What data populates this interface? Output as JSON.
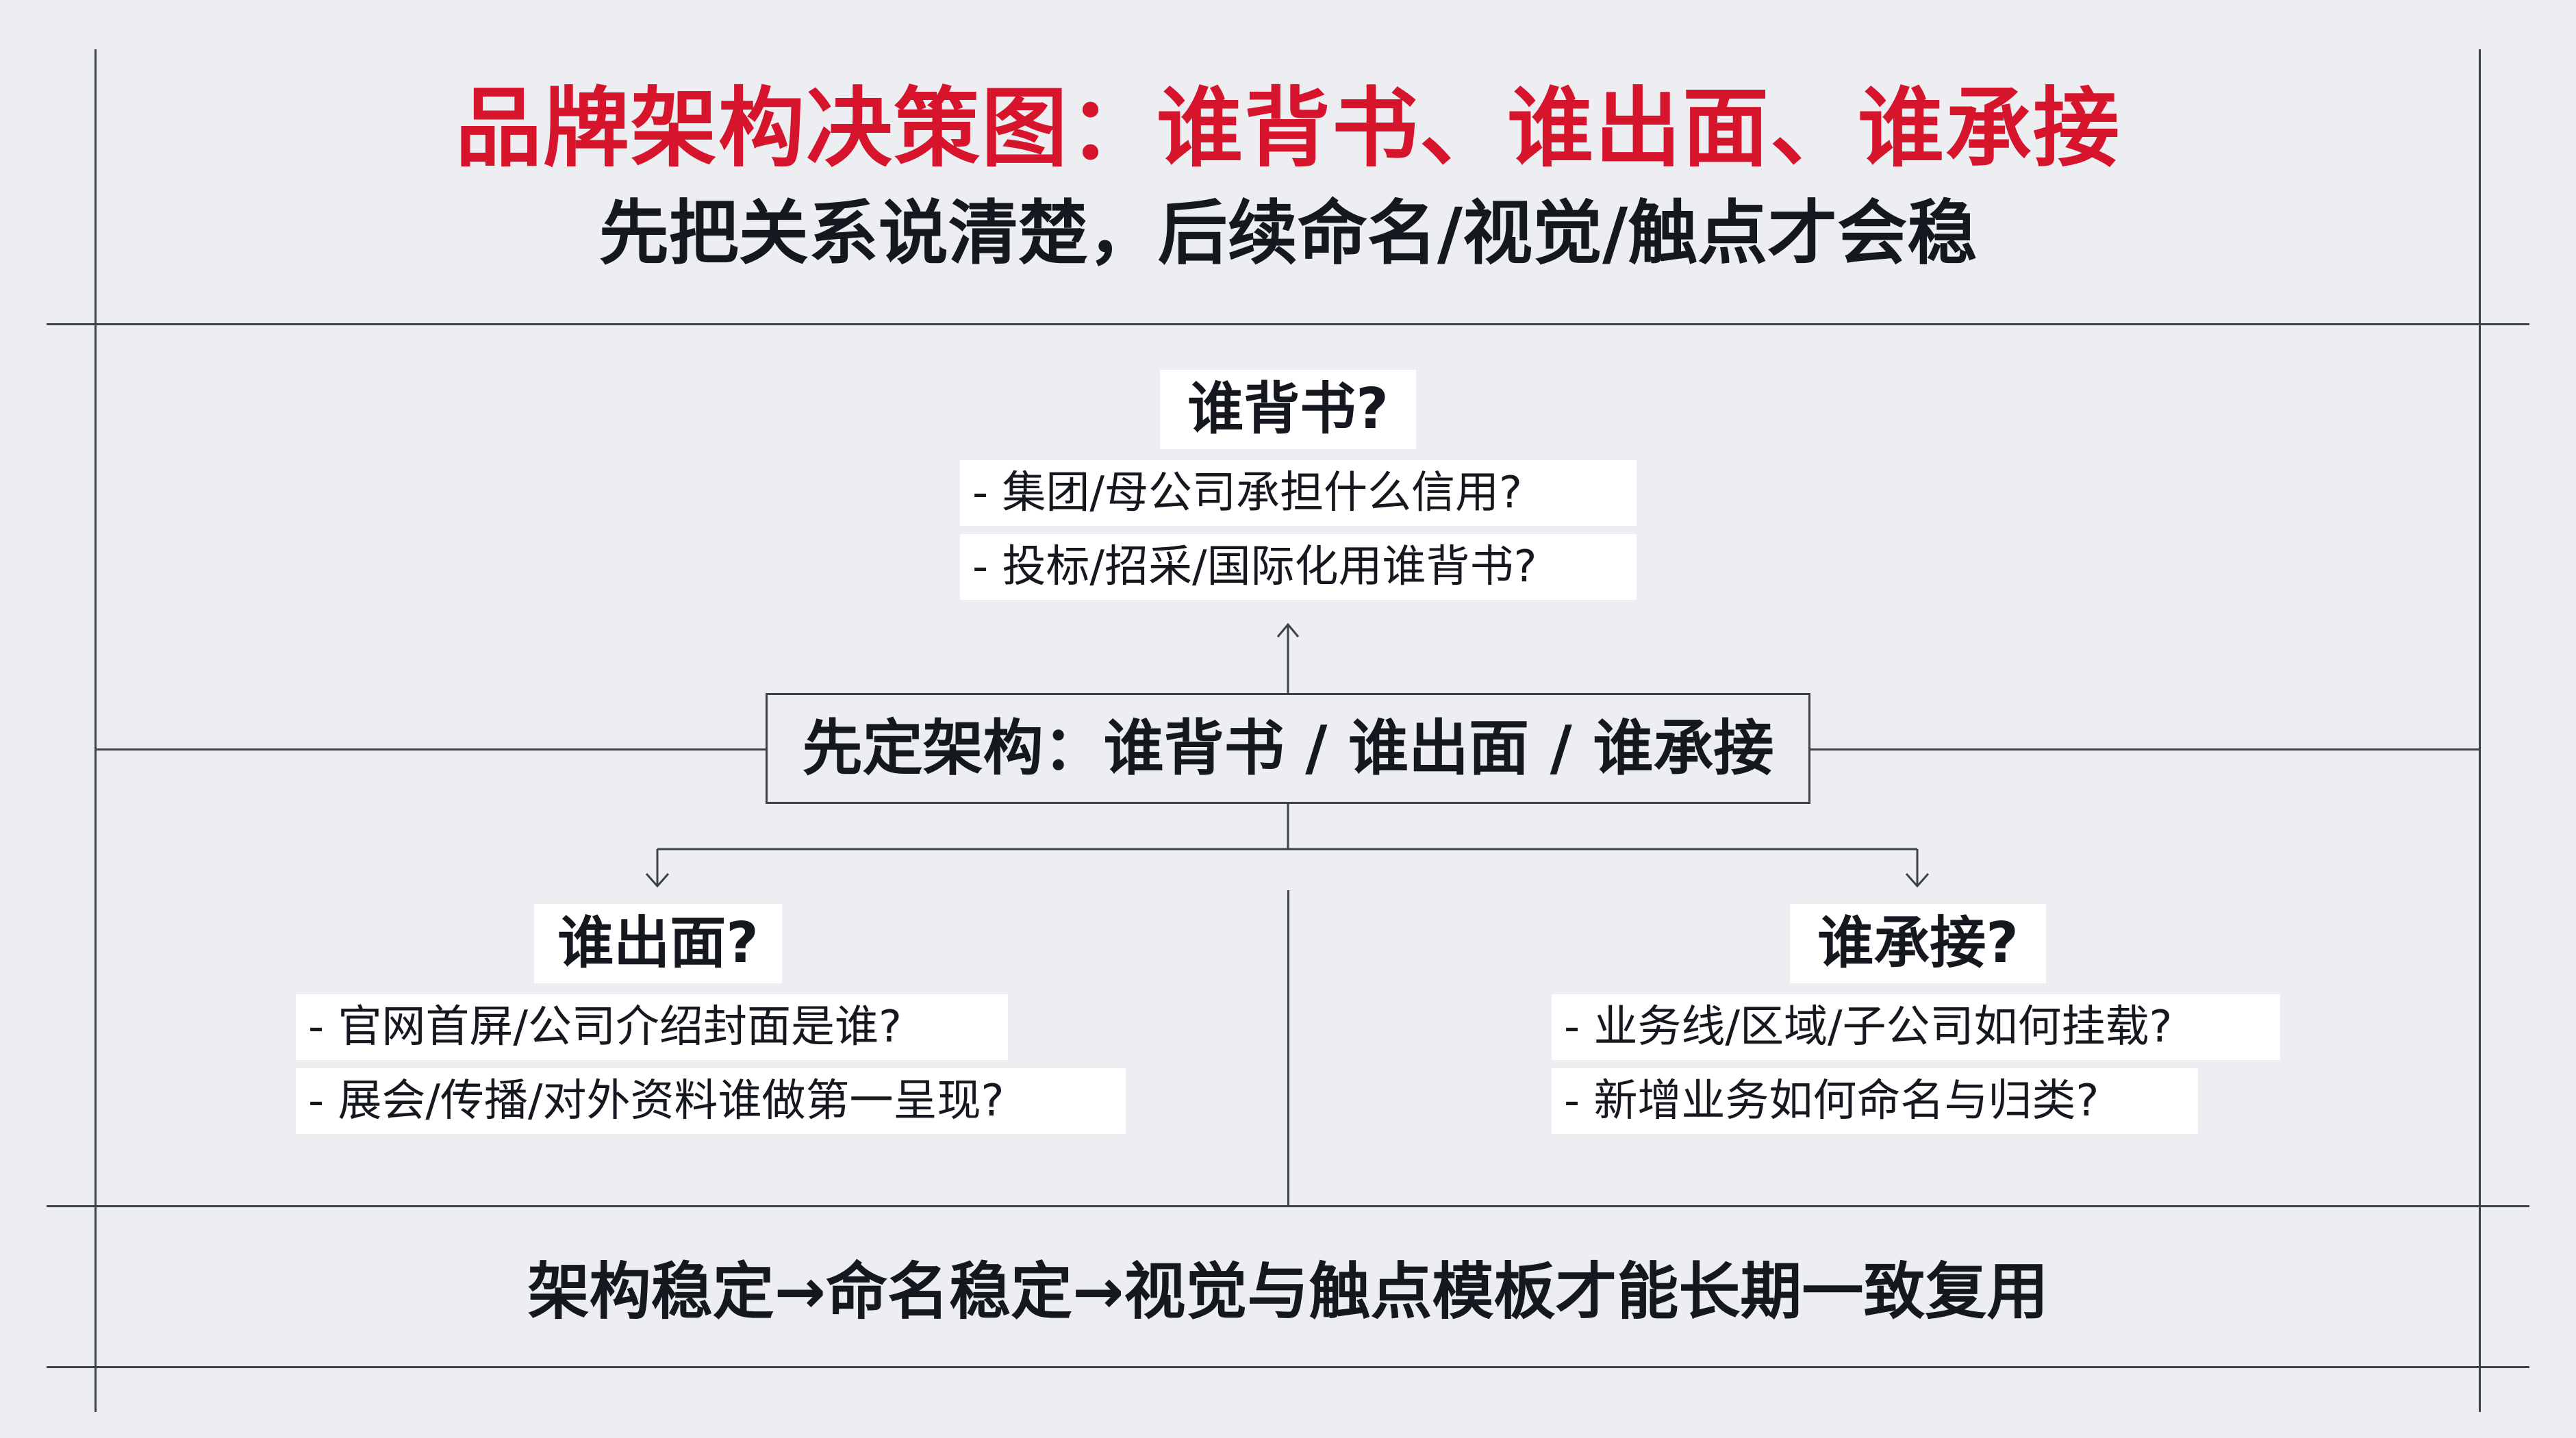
{
  "title": "品牌架构决策图：谁背书、谁出面、谁承接",
  "subtitle": "先把关系说清楚，后续命名/视觉/触点才会稳",
  "top_node": {
    "heading": "谁背书?",
    "items": [
      "- 集团/母公司承担什么信用?",
      "- 投标/招采/国际化用谁背书?"
    ]
  },
  "center_node": {
    "label": "先定架构：谁背书 / 谁出面 / 谁承接"
  },
  "left_node": {
    "heading": "谁出面?",
    "items": [
      "- 官网首屏/公司介绍封面是谁?",
      "- 展会/传播/对外资料谁做第一呈现?"
    ]
  },
  "right_node": {
    "heading": "谁承接?",
    "items": [
      "- 业务线/区域/子公司如何挂载?",
      "- 新增业务如何命名与归类?"
    ]
  },
  "footer": "架构稳定→命名稳定→视觉与触点模板才能长期一致复用",
  "colors": {
    "title": "#d6142c",
    "text": "#15181e",
    "background": "#eceef1",
    "label_background": "#ffffff",
    "lines": "#3e4148"
  }
}
